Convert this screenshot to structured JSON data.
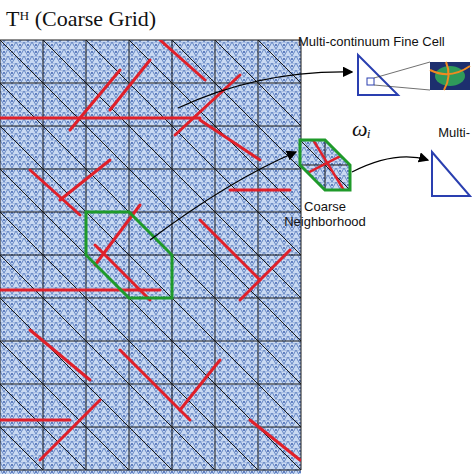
{
  "diagram": {
    "title": "Tᴴ (Coarse Grid)",
    "labels": [
      "Multi-continuum Fine Cell",
      "ωᵢ",
      "Coarse Neighborhood",
      "Multi-"
    ]
  }
}
